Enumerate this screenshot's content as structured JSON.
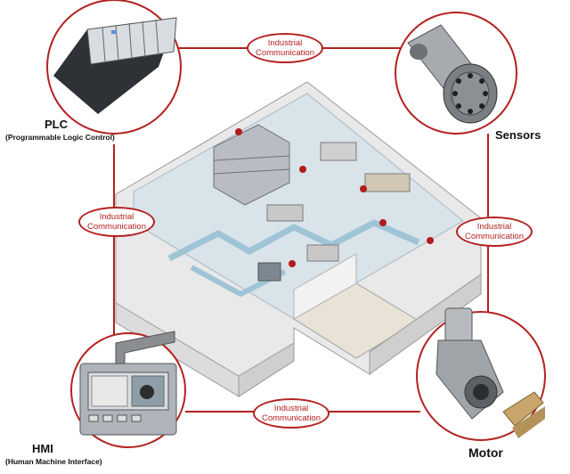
{
  "nodes": {
    "plc": {
      "title": "PLC",
      "subtitle": "(Programmable Logic Control)"
    },
    "sensors": {
      "title": "Sensors"
    },
    "hmi": {
      "title": "HMI",
      "subtitle": "(Human Machine Interface)"
    },
    "motor": {
      "title": "Motor"
    }
  },
  "links": {
    "top": {
      "line1": "Industrial",
      "line2": "Communication"
    },
    "left": {
      "line1": "Industrial",
      "line2": "Communication"
    },
    "right": {
      "line1": "Industrial",
      "line2": "Communication"
    },
    "bottom": {
      "line1": "Industrial",
      "line2": "Communication"
    }
  },
  "colors": {
    "link_red": "#b3211f",
    "floor": "#dde6ec",
    "wall": "#eeeeee"
  }
}
